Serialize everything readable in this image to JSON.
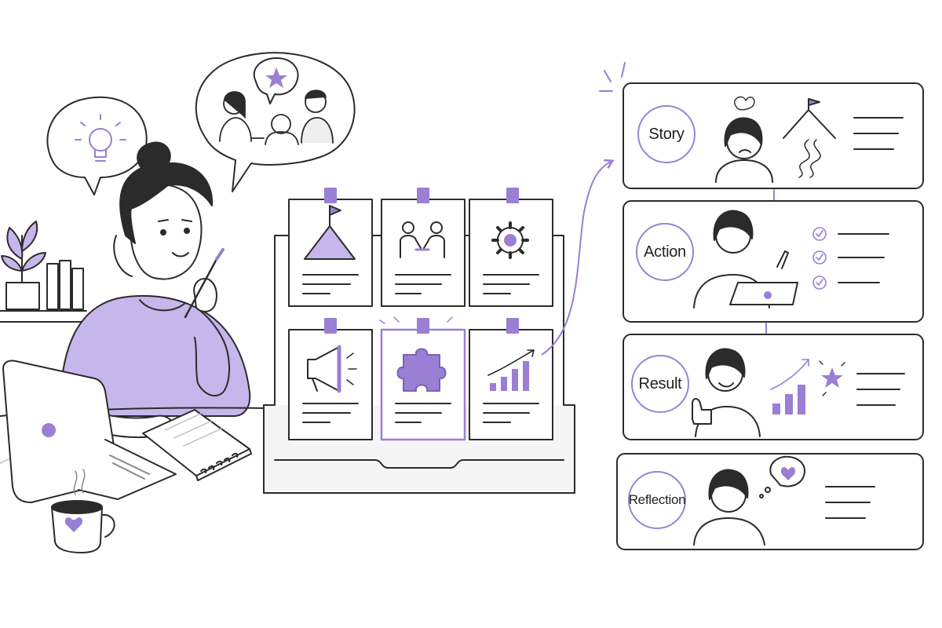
{
  "colors": {
    "accent": "#9a7fd4",
    "accent_light": "#c7b6ec",
    "ink": "#2b2b2b",
    "paper": "#ffffff"
  },
  "cards": [
    {
      "icon": "mountain-flag-icon"
    },
    {
      "icon": "handshake-icon"
    },
    {
      "icon": "gear-icon"
    },
    {
      "icon": "megaphone-icon"
    },
    {
      "icon": "puzzle-piece-icon",
      "highlighted": true
    },
    {
      "icon": "growth-chart-icon"
    }
  ],
  "steps": [
    {
      "label": "Story",
      "icon": "mountain-path-icon"
    },
    {
      "label": "Action",
      "icon": "checklist-icon"
    },
    {
      "label": "Result",
      "icon": "bar-chart-star-icon"
    },
    {
      "label": "Reflection",
      "icon": "heart-thought-icon"
    }
  ]
}
